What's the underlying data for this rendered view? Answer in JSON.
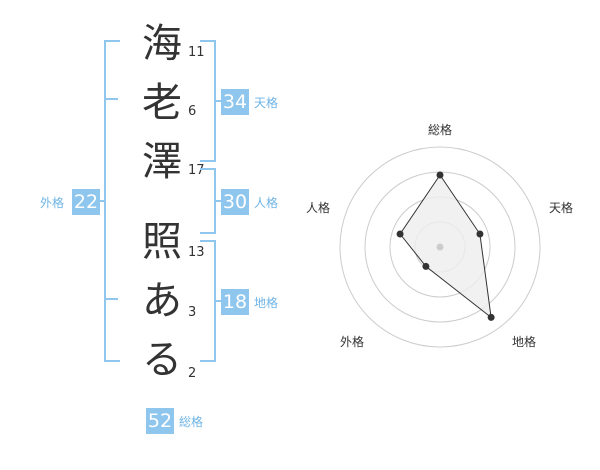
{
  "name_chars": [
    {
      "char": "海",
      "strokes": "11"
    },
    {
      "char": "老",
      "strokes": "6"
    },
    {
      "char": "澤",
      "strokes": "17"
    },
    {
      "char": "照",
      "strokes": "13"
    },
    {
      "char": "あ",
      "strokes": "3"
    },
    {
      "char": "る",
      "strokes": "2"
    }
  ],
  "fortune": {
    "tenkaku": {
      "value": "34",
      "label": "天格"
    },
    "jinkaku": {
      "value": "30",
      "label": "人格"
    },
    "chikaku": {
      "value": "18",
      "label": "地格"
    },
    "gaikaku": {
      "value": "22",
      "label": "外格"
    },
    "soukaku": {
      "value": "52",
      "label": "総格"
    }
  },
  "colors": {
    "accent": "#8ec6ee",
    "accent_text": "#6fb4e6",
    "text": "#333333",
    "ring": "#cccccc",
    "polygon_fill": "#eeeeee"
  },
  "chart_data": {
    "type": "radar",
    "axes": [
      "総格",
      "天格",
      "地格",
      "外格",
      "人格"
    ],
    "values": [
      0.72,
      0.42,
      0.87,
      0.24,
      0.42
    ],
    "range": [
      0,
      1
    ],
    "rings": 4
  }
}
